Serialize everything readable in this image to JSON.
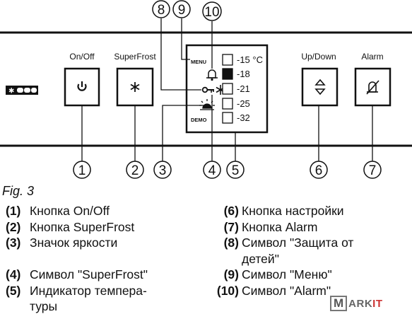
{
  "diagram": {
    "buttons": {
      "onoff": "On/Off",
      "superfrost": "SuperFrost",
      "updown": "Up/Down",
      "alarm": "Alarm"
    },
    "display": {
      "menu": "MENU",
      "demo": "DEMO",
      "temps": [
        "-15 °C",
        "-18",
        "-21",
        "-25",
        "-32"
      ]
    },
    "callouts": [
      "1",
      "2",
      "3",
      "4",
      "5",
      "6",
      "7",
      "8",
      "9",
      "10"
    ]
  },
  "caption": "Fig. 3",
  "legend_left": [
    {
      "num": "(1)",
      "text": "Кнопка On/Off"
    },
    {
      "num": "(2)",
      "text": "Кнопка SuperFrost"
    },
    {
      "num": "(3)",
      "text": "Значок яркости"
    },
    {
      "num": "",
      "text": ""
    },
    {
      "num": "(4)",
      "text": "Символ \"SuperFrost\""
    },
    {
      "num": "(5)",
      "text": "Индикатор темпера-\nтуры"
    }
  ],
  "legend_right": [
    {
      "num": "(6)",
      "text": "Кнопка настройки"
    },
    {
      "num": "(7)",
      "text": "Кнопка Alarm"
    },
    {
      "num": "(8)",
      "text": "Символ \"Защита от детей\""
    },
    {
      "num": "(9)",
      "text": "Символ \"Меню\""
    },
    {
      "num": "(10)",
      "text": "Символ \"Alarm\""
    }
  ],
  "watermark": {
    "letter": "M",
    "rest": "ARK",
    "accent": "IT"
  }
}
